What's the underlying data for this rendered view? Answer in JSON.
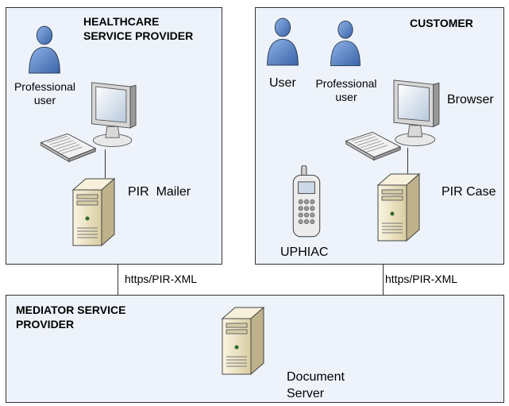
{
  "panels": {
    "healthcare": {
      "title": "HEALTHCARE\nSERVICE PROVIDER",
      "professional_user_label": "Professional\nuser",
      "server_label": "PIR  Mailer"
    },
    "customer": {
      "title": "CUSTOMER",
      "user_label": "User",
      "professional_user_label": "Professional\nuser",
      "browser_label": "Browser",
      "phone_label": "UPHIAC",
      "server_label": "PIR Case"
    },
    "mediator": {
      "title": "MEDIATOR SERVICE\nPROVIDER",
      "server_label": "Document\nServer"
    }
  },
  "connections": {
    "left": "https/PIR-XML",
    "right": "https/PIR-XML"
  },
  "colors": {
    "panel_fill": "#eef3fb",
    "person": "#5b86c9",
    "tower": "#efe6c8"
  },
  "icons": [
    "person-icon",
    "monitor-icon",
    "keyboard-icon",
    "server-icon",
    "mobile-phone-icon"
  ]
}
